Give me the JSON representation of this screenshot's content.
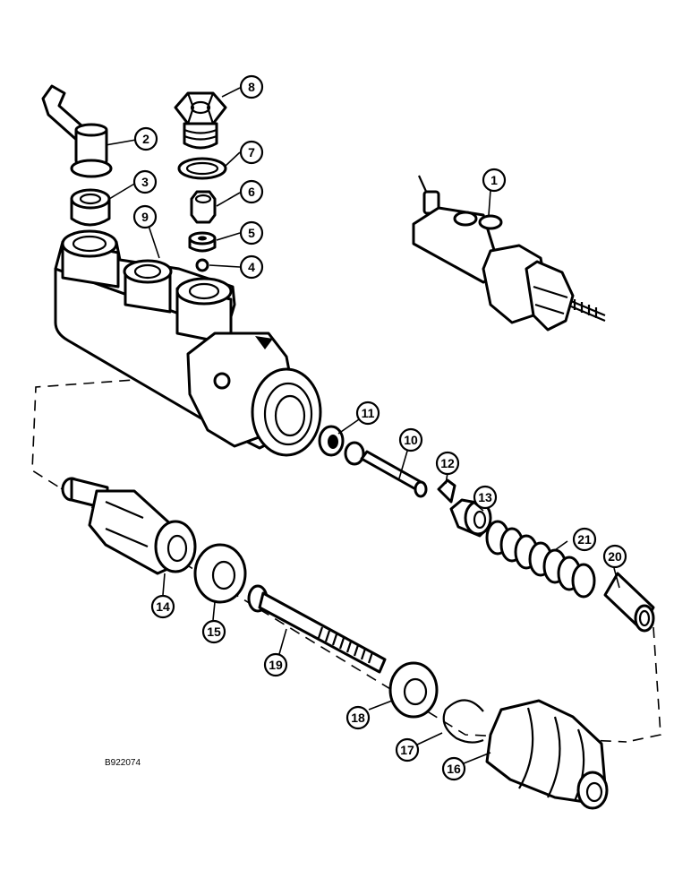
{
  "figure_id": "B922074",
  "callouts": [
    {
      "label": "1"
    },
    {
      "label": "2"
    },
    {
      "label": "3"
    },
    {
      "label": "4"
    },
    {
      "label": "5"
    },
    {
      "label": "6"
    },
    {
      "label": "7"
    },
    {
      "label": "8"
    },
    {
      "label": "9"
    },
    {
      "label": "10"
    },
    {
      "label": "11"
    },
    {
      "label": "12"
    },
    {
      "label": "13"
    },
    {
      "label": "14"
    },
    {
      "label": "15"
    },
    {
      "label": "16"
    },
    {
      "label": "17"
    },
    {
      "label": "18"
    },
    {
      "label": "19"
    },
    {
      "label": "20"
    },
    {
      "label": "21"
    }
  ]
}
